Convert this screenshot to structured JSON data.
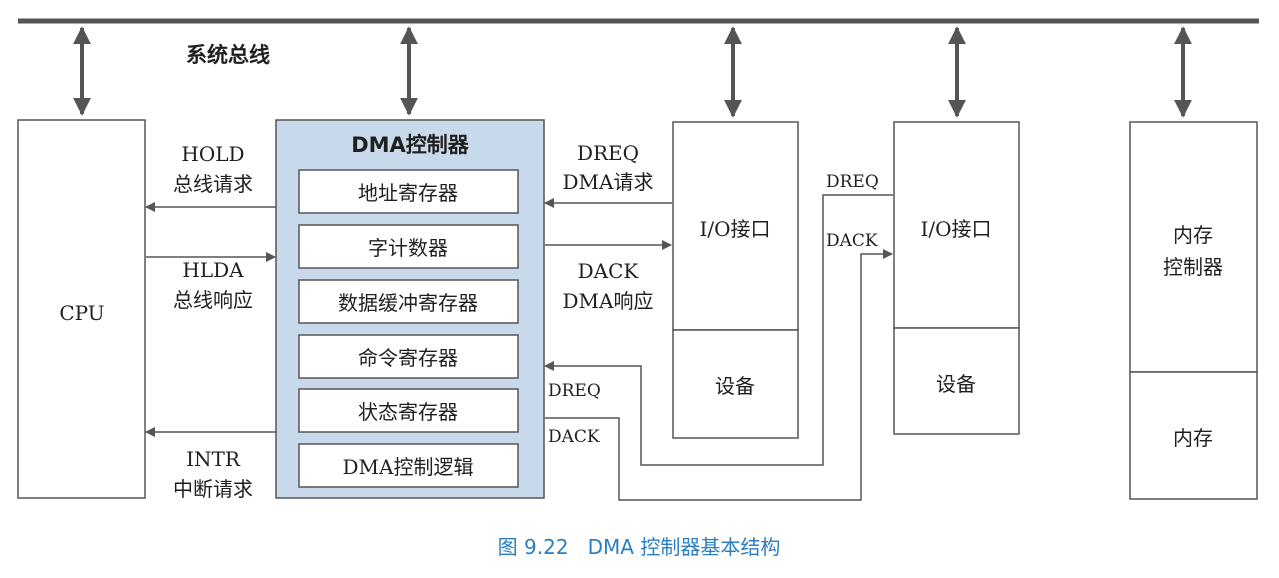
{
  "system_bus_label": "系统总线",
  "cpu_label": "CPU",
  "dma": {
    "title": "DMA控制器",
    "registers": [
      "地址寄存器",
      "字计数器",
      "数据缓冲寄存器",
      "命令寄存器",
      "状态寄存器",
      "DMA控制逻辑"
    ]
  },
  "signals": {
    "hold": "HOLD",
    "hold_desc": "总线请求",
    "hlda": "HLDA",
    "hlda_desc": "总线响应",
    "intr": "INTR",
    "intr_desc": "中断请求",
    "dreq1": "DREQ",
    "dreq1_desc": "DMA请求",
    "dack1": "DACK",
    "dack1_desc": "DMA响应",
    "dreq2": "DREQ",
    "dack2": "DACK",
    "dreq_io2": "DREQ",
    "dack_io2": "DACK"
  },
  "io1": {
    "interface": "I/O接口",
    "device": "设备"
  },
  "io2": {
    "interface": "I/O接口",
    "device": "设备"
  },
  "memory": {
    "controller_line1": "内存",
    "controller_line2": "控制器",
    "memory": "内存"
  },
  "caption": "图 9.22   DMA 控制器基本结构",
  "colors": {
    "dma_fill": "#c9d9ec",
    "caption": "#2b7fc0",
    "line": "#555555"
  }
}
